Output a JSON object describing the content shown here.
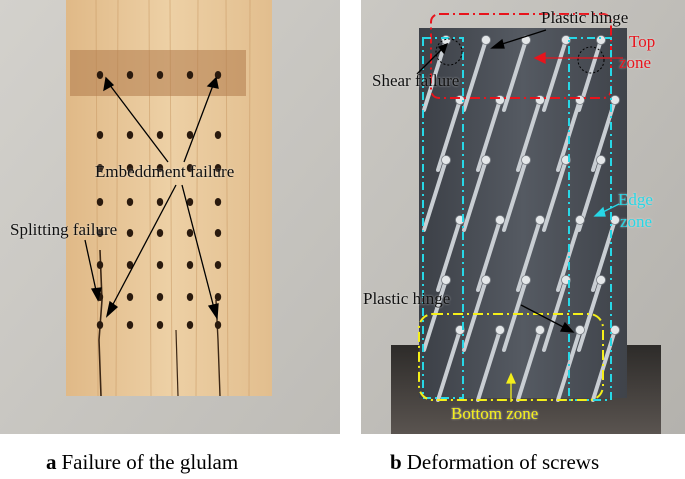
{
  "panel_a": {
    "labels": {
      "embedment": "Embeddment failure",
      "splitting": "Splitting failure"
    },
    "caption_letter": "a",
    "caption_text": "Failure of the glulam"
  },
  "panel_b": {
    "labels": {
      "plastic_hinge_top": "Plastic hinge",
      "top_zone_line1": "Top",
      "top_zone_line2": "zone",
      "shear_failure": "Shear failure",
      "edge_zone_line1": "Edge",
      "edge_zone_line2": "zone",
      "plastic_hinge_bottom": "Plastic hinge",
      "bottom_zone": "Bottom zone"
    },
    "caption_letter": "b",
    "caption_text": "Deformation of screws"
  },
  "colors": {
    "wood": "#e6c595",
    "floor": "#c8c6c1",
    "steel_plate": "#4a4e55",
    "top_zone": "#e8141c",
    "edge_zone": "#27d7e6",
    "bottom_zone": "#f4ef1a"
  }
}
